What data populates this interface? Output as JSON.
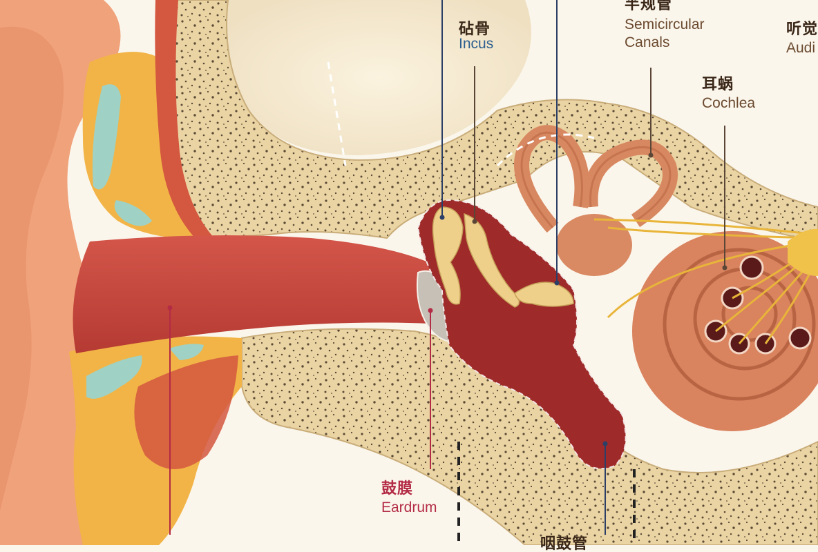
{
  "labels": {
    "incus": {
      "zh": "砧骨",
      "en": "Incus"
    },
    "semicircular": {
      "zh": "半规管",
      "en1": "Semicircular",
      "en2": "Canals"
    },
    "auditory": {
      "zh": "听觉",
      "en": "Audi"
    },
    "cochlea": {
      "zh": "耳蜗",
      "en": "Cochlea"
    },
    "eardrum": {
      "zh": "鼓膜",
      "en": "Eardrum"
    },
    "eustachian_partial": {
      "zh": "咽鼓管"
    }
  },
  "colors": {
    "skin": "#f0a27a",
    "bone": "#ead4a4",
    "canal": "#c8483d",
    "middle_ear": "#9e2a2a",
    "cochlea": "#d9835f",
    "nerve": "#e8b53a",
    "cartilage": "#9fd2c4",
    "leader_dark": "#5a4636",
    "leader_red": "#b32b45",
    "leader_blue": "#2c3f66"
  }
}
